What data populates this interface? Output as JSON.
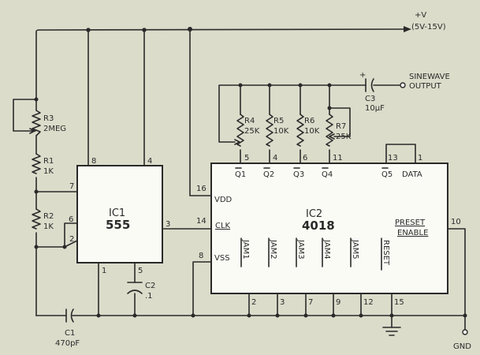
{
  "supply": {
    "label": "+V",
    "range": "(5V-15V)"
  },
  "output": {
    "line1": "SINEWAVE",
    "line2": "OUTPUT"
  },
  "ground": {
    "label": "GND"
  },
  "components": {
    "r1": {
      "name": "R1",
      "value": "1K"
    },
    "r2": {
      "name": "R2",
      "value": "1K"
    },
    "r3": {
      "name": "R3",
      "value": "2MEG"
    },
    "r4": {
      "name": "R4",
      "value": "25K"
    },
    "r5": {
      "name": "R5",
      "value": "10K"
    },
    "r6": {
      "name": "R6",
      "value": "10K"
    },
    "r7": {
      "name": "R7",
      "value": "25K"
    },
    "c1": {
      "name": "C1",
      "value": "470pF"
    },
    "c2": {
      "name": "C2",
      "value": ".1"
    },
    "c3": {
      "name": "C3",
      "value": "10µF",
      "polarity": "+"
    }
  },
  "ic1": {
    "name": "IC1",
    "part": "555",
    "pins": {
      "p8": "8",
      "p4": "4",
      "p7": "7",
      "p6": "6",
      "p2": "2",
      "p3": "3",
      "p1": "1",
      "p5": "5"
    }
  },
  "ic2": {
    "name": "IC2",
    "part": "4018",
    "pin_labels": {
      "q1": "Q1",
      "q2": "Q2",
      "q3": "Q3",
      "q4": "Q4",
      "q5": "Q5",
      "data": "DATA",
      "vdd": "VDD",
      "clk": "CLK",
      "vss": "VSS",
      "preset": "PRESET",
      "enable": "ENABLE",
      "jam1": "JAM1",
      "jam2": "JAM2",
      "jam3": "JAM3",
      "jam4": "JAM4",
      "jam5": "JAM5",
      "reset": "RESET"
    },
    "pins": {
      "p5": "5",
      "p4": "4",
      "p6": "6",
      "p11": "11",
      "p13": "13",
      "p1": "1",
      "p16": "16",
      "p14": "14",
      "p8": "8",
      "p10": "10",
      "p2": "2",
      "p3": "3",
      "p7": "7",
      "p9": "9",
      "p12": "12",
      "p15": "15"
    }
  }
}
